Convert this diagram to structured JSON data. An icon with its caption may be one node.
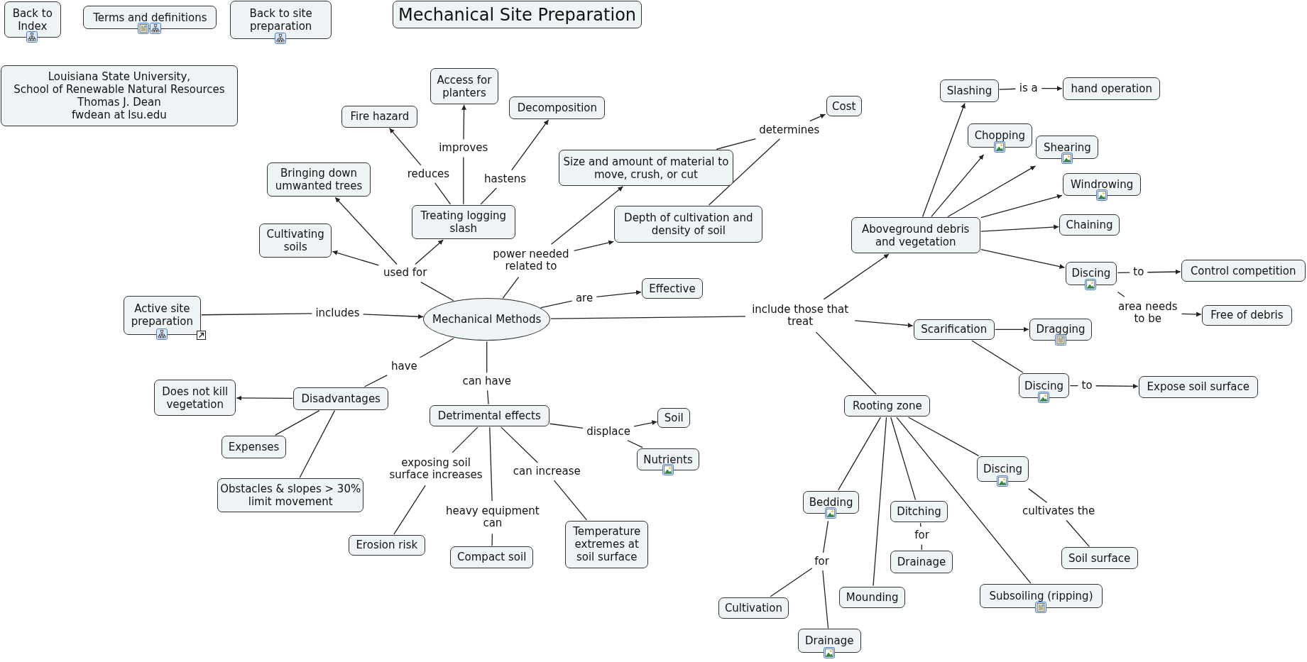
{
  "diagram": {
    "title": "Mechanical Site Preparation",
    "nodes": [
      {
        "text": [
          "Back to Index"
        ]
      },
      {
        "text": [
          "Terms and definitions"
        ]
      },
      {
        "text": [
          "Back to site preparation"
        ]
      },
      {
        "text": [
          "Louisiana State University,",
          "School of Renewable Natural Resources",
          "Thomas J. Dean",
          "fwdean at lsu.edu"
        ]
      },
      {
        "text": [
          "Mechanical Methods"
        ]
      },
      {
        "text": [
          "Active site preparation"
        ]
      },
      {
        "text": [
          "Bringing down umwanted trees"
        ]
      },
      {
        "text": [
          "Cultivating soils"
        ]
      },
      {
        "text": [
          "Treating logging slash"
        ]
      },
      {
        "text": [
          "Fire hazard"
        ]
      },
      {
        "text": [
          "Access for planters"
        ]
      },
      {
        "text": [
          "Decomposition"
        ]
      },
      {
        "text": [
          "Size and amount of material to move, crush, or cut"
        ]
      },
      {
        "text": [
          "Cost"
        ]
      },
      {
        "text": [
          "Depth of cultivation and density of soil"
        ]
      },
      {
        "text": [
          "Effective"
        ]
      },
      {
        "text": [
          "Disadvantages"
        ]
      },
      {
        "text": [
          "Does not kill vegetation"
        ]
      },
      {
        "text": [
          "Expenses"
        ]
      },
      {
        "text": [
          "Obstacles & slopes > 30% limit movement"
        ]
      },
      {
        "text": [
          "Detrimental effects"
        ]
      },
      {
        "text": [
          "Soil"
        ]
      },
      {
        "text": [
          "Nutrients"
        ]
      },
      {
        "text": [
          "Erosion risk"
        ]
      },
      {
        "text": [
          "Compact soil"
        ]
      },
      {
        "text": [
          "Temperature extremes at soil surface"
        ]
      },
      {
        "text": [
          "Aboveground debris and vegetation"
        ]
      },
      {
        "text": [
          "Slashing"
        ]
      },
      {
        "text": [
          "hand operation"
        ]
      },
      {
        "text": [
          "Chopping"
        ]
      },
      {
        "text": [
          "Shearing"
        ]
      },
      {
        "text": [
          "Windrowing"
        ]
      },
      {
        "text": [
          "Chaining"
        ]
      },
      {
        "text": [
          "Discing"
        ]
      },
      {
        "text": [
          "Control competition"
        ]
      },
      {
        "text": [
          "Free of debris"
        ]
      },
      {
        "text": [
          "Scarification"
        ]
      },
      {
        "text": [
          "Dragging"
        ]
      },
      {
        "text": [
          "Discing"
        ]
      },
      {
        "text": [
          "Expose soil surface"
        ]
      },
      {
        "text": [
          "Rooting zone"
        ]
      },
      {
        "text": [
          "Bedding"
        ]
      },
      {
        "text": [
          "Mounding"
        ]
      },
      {
        "text": [
          "Ditching"
        ]
      },
      {
        "text": [
          "Drainage"
        ]
      },
      {
        "text": [
          "Discing"
        ]
      },
      {
        "text": [
          "Soil surface"
        ]
      },
      {
        "text": [
          "Subsoiling (ripping)"
        ]
      },
      {
        "text": [
          "Cultivation"
        ]
      },
      {
        "text": [
          "Drainage"
        ]
      },
      {
        "text": [
          "includes"
        ]
      },
      {
        "text": [
          "used for"
        ]
      },
      {
        "text": [
          "reduces"
        ]
      },
      {
        "text": [
          "improves"
        ]
      },
      {
        "text": [
          "hastens"
        ]
      },
      {
        "text": [
          "power needed related to"
        ]
      },
      {
        "text": [
          "determines"
        ]
      },
      {
        "text": [
          "are"
        ]
      },
      {
        "text": [
          "include those that treat"
        ]
      },
      {
        "text": [
          "is a"
        ]
      },
      {
        "text": [
          "to"
        ]
      },
      {
        "text": [
          "area needs to be"
        ]
      },
      {
        "text": [
          "to"
        ]
      },
      {
        "text": [
          "cultivates the"
        ]
      },
      {
        "text": [
          "for"
        ]
      },
      {
        "text": [
          "for"
        ]
      },
      {
        "text": [
          "have"
        ]
      },
      {
        "text": [
          "can have"
        ]
      },
      {
        "text": [
          "displace"
        ]
      },
      {
        "text": [
          "exposing soil surface increases"
        ]
      },
      {
        "text": [
          "heavy equipment can"
        ]
      },
      {
        "text": [
          "can increase"
        ]
      }
    ],
    "edges": [
      {
        "from": 5,
        "to": 50,
        "arrow": "none"
      },
      {
        "from": 50,
        "to": 4,
        "arrow": "to"
      },
      {
        "from": 4,
        "to": 51,
        "arrow": "none"
      },
      {
        "from": 51,
        "to": 6,
        "arrow": "to"
      },
      {
        "from": 51,
        "to": 7,
        "arrow": "to"
      },
      {
        "from": 51,
        "to": 8,
        "arrow": "to"
      },
      {
        "from": 8,
        "to": 52,
        "arrow": "none"
      },
      {
        "from": 52,
        "to": 9,
        "arrow": "to"
      },
      {
        "from": 8,
        "to": 53,
        "arrow": "none"
      },
      {
        "from": 53,
        "to": 10,
        "arrow": "to"
      },
      {
        "from": 8,
        "to": 54,
        "arrow": "none"
      },
      {
        "from": 54,
        "to": 11,
        "arrow": "to"
      },
      {
        "from": 4,
        "to": 55,
        "arrow": "none"
      },
      {
        "from": 55,
        "to": 12,
        "arrow": "to"
      },
      {
        "from": 55,
        "to": 14,
        "arrow": "to"
      },
      {
        "from": 12,
        "to": 56,
        "arrow": "none"
      },
      {
        "from": 14,
        "to": 56,
        "arrow": "none"
      },
      {
        "from": 56,
        "to": 13,
        "arrow": "to"
      },
      {
        "from": 4,
        "to": 57,
        "arrow": "none"
      },
      {
        "from": 57,
        "to": 15,
        "arrow": "to"
      },
      {
        "from": 4,
        "to": 58,
        "arrow": "none"
      },
      {
        "from": 58,
        "to": 26,
        "arrow": "to"
      },
      {
        "from": 58,
        "to": 36,
        "arrow": "to"
      },
      {
        "from": 58,
        "to": 40,
        "arrow": "none"
      },
      {
        "from": 26,
        "to": 27,
        "arrow": "to"
      },
      {
        "from": 26,
        "to": 29,
        "arrow": "to"
      },
      {
        "from": 26,
        "to": 30,
        "arrow": "to"
      },
      {
        "from": 26,
        "to": 31,
        "arrow": "to"
      },
      {
        "from": 26,
        "to": 32,
        "arrow": "to"
      },
      {
        "from": 26,
        "to": 33,
        "arrow": "to"
      },
      {
        "from": 27,
        "to": 59,
        "arrow": "none"
      },
      {
        "from": 59,
        "to": 28,
        "arrow": "to"
      },
      {
        "from": 33,
        "to": 60,
        "arrow": "none"
      },
      {
        "from": 60,
        "to": 34,
        "arrow": "to"
      },
      {
        "from": 33,
        "to": 61,
        "arrow": "none"
      },
      {
        "from": 61,
        "to": 35,
        "arrow": "to"
      },
      {
        "from": 36,
        "to": 37,
        "arrow": "to"
      },
      {
        "from": 36,
        "to": 38,
        "arrow": "none"
      },
      {
        "from": 38,
        "to": 62,
        "arrow": "none"
      },
      {
        "from": 62,
        "to": 39,
        "arrow": "to"
      },
      {
        "from": 40,
        "to": 41,
        "arrow": "none"
      },
      {
        "from": 40,
        "to": 42,
        "arrow": "none"
      },
      {
        "from": 40,
        "to": 43,
        "arrow": "none"
      },
      {
        "from": 40,
        "to": 47,
        "arrow": "none"
      },
      {
        "from": 40,
        "to": 45,
        "arrow": "none"
      },
      {
        "from": 45,
        "to": 63,
        "arrow": "none"
      },
      {
        "from": 63,
        "to": 46,
        "arrow": "none"
      },
      {
        "from": 43,
        "to": 64,
        "arrow": "none"
      },
      {
        "from": 64,
        "to": 44,
        "arrow": "none"
      },
      {
        "from": 41,
        "to": 65,
        "arrow": "none"
      },
      {
        "from": 65,
        "to": 48,
        "arrow": "none"
      },
      {
        "from": 65,
        "to": 49,
        "arrow": "none"
      },
      {
        "from": 4,
        "to": 66,
        "arrow": "none"
      },
      {
        "from": 66,
        "to": 16,
        "arrow": "none"
      },
      {
        "from": 16,
        "to": 17,
        "arrow": "to"
      },
      {
        "from": 16,
        "to": 18,
        "arrow": "none"
      },
      {
        "from": 16,
        "to": 19,
        "arrow": "none"
      },
      {
        "from": 4,
        "to": 67,
        "arrow": "none"
      },
      {
        "from": 67,
        "to": 20,
        "arrow": "none"
      },
      {
        "from": 20,
        "to": 68,
        "arrow": "none"
      },
      {
        "from": 68,
        "to": 21,
        "arrow": "to"
      },
      {
        "from": 68,
        "to": 22,
        "arrow": "none"
      },
      {
        "from": 20,
        "to": 69,
        "arrow": "none"
      },
      {
        "from": 69,
        "to": 23,
        "arrow": "none"
      },
      {
        "from": 20,
        "to": 70,
        "arrow": "none"
      },
      {
        "from": 70,
        "to": 24,
        "arrow": "none"
      },
      {
        "from": 20,
        "to": 71,
        "arrow": "none"
      },
      {
        "from": 71,
        "to": 25,
        "arrow": "none"
      }
    ]
  }
}
